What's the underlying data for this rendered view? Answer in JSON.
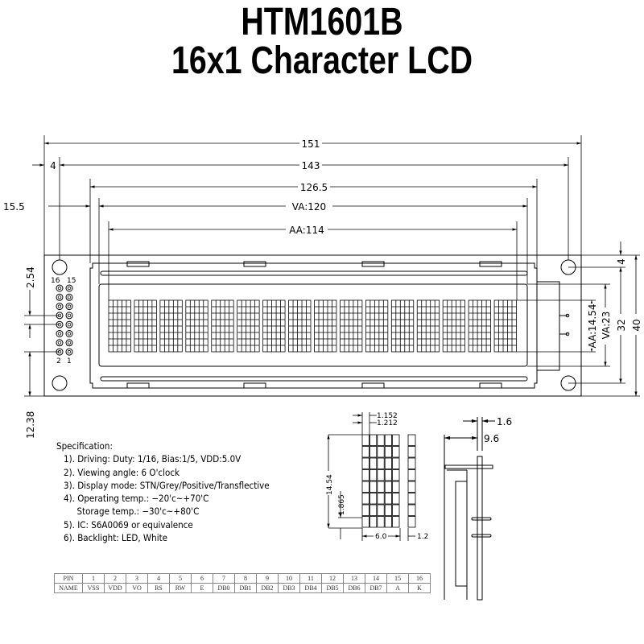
{
  "title": {
    "line1": "HTM1601B",
    "line2": "16x1 Character LCD"
  },
  "dimensions": {
    "overall_width": "151",
    "hole_pitch_x": "143",
    "hole_offset_x": "4",
    "bezel_width": "126.5",
    "va_offset": "15.5",
    "va_width": "VA:120",
    "aa_width": "AA:114",
    "hole_offset_y": "4",
    "hole_pitch_y": "32",
    "overall_height": "40",
    "va_height": "VA:23",
    "aa_height": "AA:14.54",
    "pin_pitch": "2.54",
    "pin_offset": "12.38"
  },
  "pin_labels": {
    "p16": "16",
    "p15": "15",
    "p2": "2",
    "p1": "1"
  },
  "char_detail": {
    "dot_w": "1.152",
    "dot_pitch": "1.212",
    "char_h": "14.54",
    "dot_h": "1.865",
    "char_w": "6.0",
    "gap": "1.2"
  },
  "side_view": {
    "pcb": "1.6",
    "thickness": "9.6"
  },
  "display": {
    "characters": 16,
    "columns": 5,
    "rows": 8
  },
  "spec": {
    "heading": "Specification:",
    "items": [
      "1). Driving: Duty: 1/16, Bias:1/5, VDD:5.0V",
      "2). Viewing angle: 6 O'clock",
      "3). Display mode: STN/Grey/Positive/Transflective",
      "4). Operating temp.: −20'c~+70'C",
      "     Storage temp.: −30'c~+80'C",
      "5). IC: S6A0069 or equivalence",
      "6). Backlight: LED, White"
    ]
  },
  "pin_table": {
    "pin_header": "PIN",
    "name_header": "NAME",
    "pins": [
      "1",
      "2",
      "3",
      "4",
      "5",
      "6",
      "7",
      "8",
      "9",
      "10",
      "11",
      "12",
      "13",
      "14",
      "15",
      "16"
    ],
    "names": [
      "VSS",
      "VDD",
      "VO",
      "RS",
      "RW",
      "E",
      "DB0",
      "DB1",
      "DB2",
      "DB3",
      "DB4",
      "DB5",
      "DB6",
      "DB7",
      "A",
      "K"
    ]
  }
}
